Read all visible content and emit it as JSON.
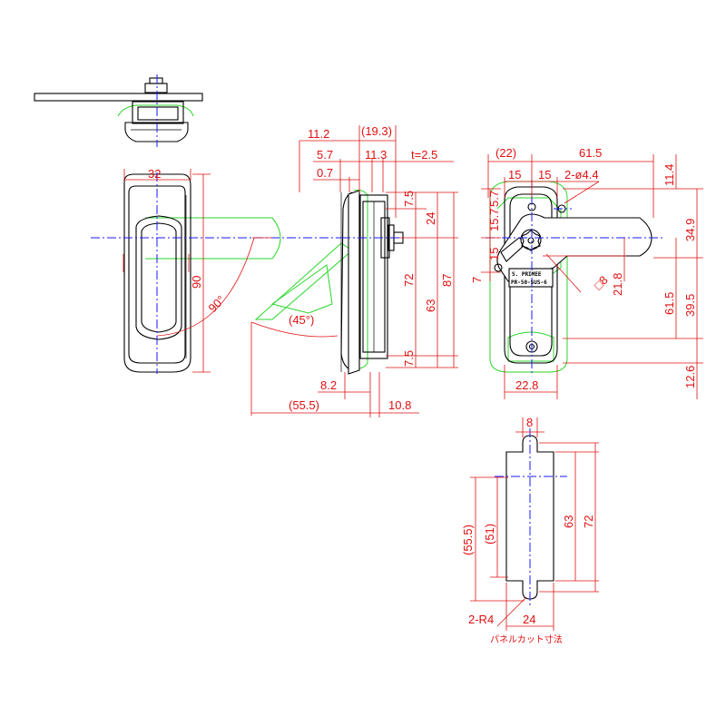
{
  "dimensions": {
    "top_width": "32",
    "top_height": "90",
    "swing_angle": "90°",
    "s_11_2": "11.2",
    "s_19_3": "(19.3)",
    "s_5_7": "5.7",
    "s_11_3": "11.3",
    "s_t": "t=2.5",
    "s_0_7": "0.7",
    "s_7_5a": "7.5",
    "s_24": "24",
    "s_72": "72",
    "s_63": "63",
    "s_87": "87",
    "s_7_5b": "7.5",
    "s_45": "(45°)",
    "s_8_2": "8.2",
    "s_55_5": "(55.5)",
    "s_10_8": "10.8",
    "f_22": "(22)",
    "f_61_5": "61.5",
    "f_15a": "15",
    "f_15b": "15",
    "f_hole": "2-ø4.4",
    "f_11_4": "11.4",
    "f_5_7": "5.7",
    "f_15_7": "15.7",
    "f_15": "15",
    "f_7": "7",
    "f_34_9": "34.9",
    "f_sq8": "□8",
    "f_21_8": "21.8",
    "f_61_5v": "61.5",
    "f_39_5": "39.5",
    "f_22_8": "22.8",
    "f_12_6": "12.6",
    "c_8": "8",
    "c_55_5": "(55.5)",
    "c_51": "(51)",
    "c_63": "63",
    "c_72": "72",
    "c_r4": "2-R4",
    "c_24": "24"
  },
  "labels": {
    "plate_line1": "S. PRIMEE",
    "plate_line2": "PR-50-SUS-6",
    "cutout_caption": "パネルカット寸法"
  },
  "colors": {
    "outline": "#000000",
    "dimension": "#e01010",
    "centerline": "#1a1aff",
    "alternate_position": "#2bd62b"
  }
}
